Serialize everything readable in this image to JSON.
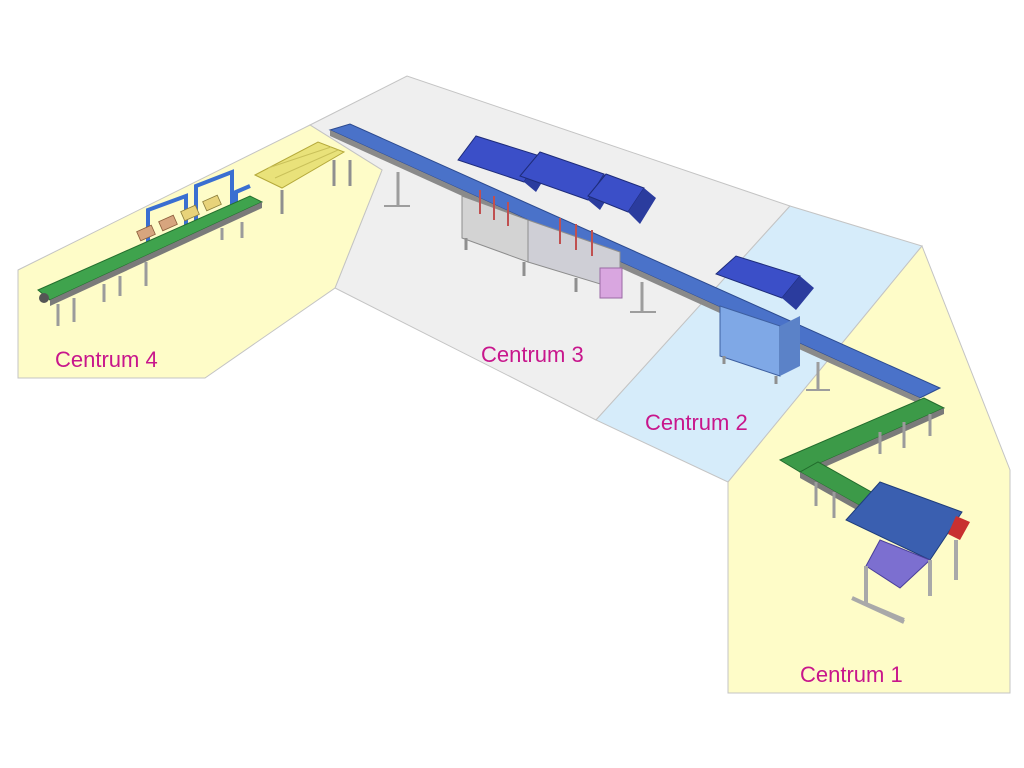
{
  "colors": {
    "zone_yellow": "#fefcc8",
    "zone_grey": "#efefef",
    "zone_blue": "#d6ecfa",
    "zone_border": "#b8b8b8",
    "label_magenta": "#c8168c",
    "conveyor_blue": "#3a62b8",
    "conveyor_green": "#3aa04a",
    "machine_blue": "#3b4fc8",
    "frame_grey": "#a9a9a9"
  },
  "zones": [
    {
      "id": "centrum-1",
      "label": "Centrum 1"
    },
    {
      "id": "centrum-2",
      "label": "Centrum 2"
    },
    {
      "id": "centrum-3",
      "label": "Centrum 3"
    },
    {
      "id": "centrum-4",
      "label": "Centrum 4"
    }
  ]
}
